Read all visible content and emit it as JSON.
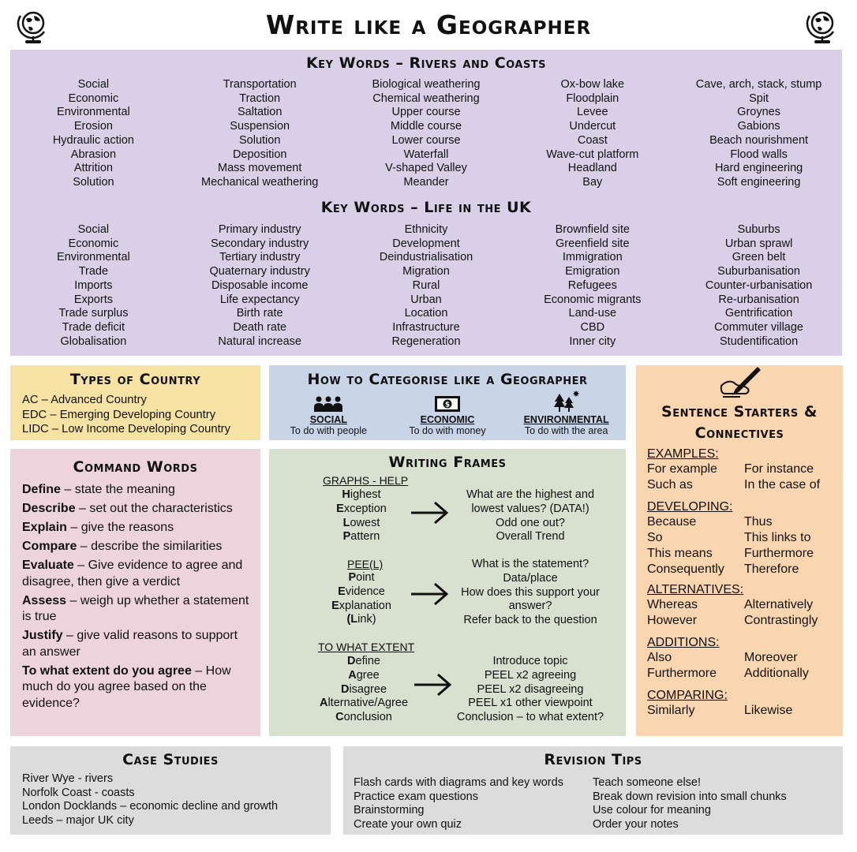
{
  "title": "Write like a Geographer",
  "key_words_rivers": {
    "heading": "Key Words – Rivers and Coasts",
    "columns": [
      [
        "Social",
        "Economic",
        "Environmental",
        "Erosion",
        "Hydraulic action",
        "Abrasion",
        "Attrition",
        "Solution"
      ],
      [
        "Transportation",
        "Traction",
        "Saltation",
        "Suspension",
        "Solution",
        "Deposition",
        "Mass movement",
        "Mechanical weathering"
      ],
      [
        "Biological weathering",
        "Chemical weathering",
        "Upper course",
        "Middle course",
        "Lower course",
        "Waterfall",
        "V-shaped Valley",
        "Meander"
      ],
      [
        "Ox-bow lake",
        "Floodplain",
        "Levee",
        "Undercut",
        "Coast",
        "Wave-cut platform",
        "Headland",
        "Bay"
      ],
      [
        "Cave, arch, stack, stump",
        "Spit",
        "Groynes",
        "Gabions",
        "Beach nourishment",
        "Flood walls",
        "Hard engineering",
        "Soft engineering"
      ]
    ]
  },
  "key_words_uk": {
    "heading": "Key Words – Life in the UK",
    "columns": [
      [
        "Social",
        "Economic",
        "Environmental",
        "Trade",
        "Imports",
        "Exports",
        "Trade surplus",
        "Trade deficit",
        "Globalisation"
      ],
      [
        "Primary industry",
        "Secondary industry",
        "Tertiary industry",
        "Quaternary industry",
        "Disposable income",
        "Life expectancy",
        "Birth rate",
        "Death rate",
        "Natural increase"
      ],
      [
        "Ethnicity",
        "Development",
        "Deindustrialisation",
        "Migration",
        "Rural",
        "Urban",
        "Location",
        "Infrastructure",
        "Regeneration"
      ],
      [
        "Brownfield site",
        "Greenfield site",
        "Immigration",
        "Emigration",
        "Refugees",
        "Economic migrants",
        "Land-use",
        "CBD",
        "Inner city"
      ],
      [
        "Suburbs",
        "Urban sprawl",
        "Green belt",
        "Suburbanisation",
        "Counter-urbanisation",
        "Re-urbanisation",
        "Gentrification",
        "Commuter village",
        "Studentification"
      ]
    ]
  },
  "types_of_country": {
    "heading": "Types of Country",
    "items": [
      "AC – Advanced Country",
      "EDC – Emerging Developing Country",
      "LIDC – Low Income Developing Country"
    ]
  },
  "categorise": {
    "heading": "How to Categorise like a Geographer",
    "items": [
      {
        "title": "SOCIAL",
        "desc": "To do with people",
        "icon": "people-icon"
      },
      {
        "title": "ECONOMIC",
        "desc": "To do with money",
        "icon": "money-icon"
      },
      {
        "title": "ENVIRONMENTAL",
        "desc": "To do with the area",
        "icon": "trees-icon"
      }
    ]
  },
  "sentence_starters": {
    "heading_line1": "Sentence Starters &",
    "heading_line2": "Connectives",
    "icon": "pen-hand-icon",
    "groups": [
      {
        "label": "EXAMPLES:",
        "rows": [
          [
            "For example",
            "For instance"
          ],
          [
            "Such as",
            "In the case of"
          ]
        ]
      },
      {
        "label": "DEVELOPING:",
        "rows": [
          [
            "Because",
            "Thus"
          ],
          [
            "So",
            "This links to"
          ],
          [
            "This means",
            "Furthermore"
          ],
          [
            "Consequently",
            "Therefore"
          ]
        ]
      },
      {
        "label": "ALTERNATIVES:",
        "rows": [
          [
            "Whereas",
            "Alternatively"
          ],
          [
            "However",
            "Contrastingly"
          ]
        ]
      },
      {
        "label": "ADDITIONS:",
        "rows": [
          [
            "Also",
            "Moreover"
          ],
          [
            "Furthermore",
            "Additionally"
          ]
        ]
      },
      {
        "label": "COMPARING:",
        "rows": [
          [
            "Similarly",
            "Likewise"
          ]
        ]
      }
    ]
  },
  "command_words": {
    "heading": "Command Words",
    "items": [
      {
        "term": "Define",
        "desc": " – state the meaning"
      },
      {
        "term": "Describe",
        "desc": " – set out the characteristics"
      },
      {
        "term": "Explain",
        "desc": " – give the reasons"
      },
      {
        "term": "Compare",
        "desc": " – describe the similarities"
      },
      {
        "term": "Evaluate",
        "desc": " – Give evidence to agree and disagree, then give a verdict"
      },
      {
        "term": "Assess",
        "desc": " – weigh up whether a statement is true"
      },
      {
        "term": "Justify",
        "desc": " – give valid reasons to support an answer"
      },
      {
        "term": "To what extent do you agree",
        "desc": " – How much do you agree based on the evidence?"
      }
    ]
  },
  "writing_frames": {
    "heading": "Writing Frames",
    "frames": [
      {
        "label": "GRAPHS - HELP",
        "acronym": [
          [
            "H",
            "ighest"
          ],
          [
            "E",
            "xception"
          ],
          [
            "L",
            "owest"
          ],
          [
            "P",
            "attern"
          ]
        ],
        "answers": [
          "What are the highest and",
          "lowest values? (DATA!)",
          "Odd one out?",
          "Overall Trend"
        ]
      },
      {
        "label": "PEE(L)",
        "acronym": [
          [
            "P",
            "oint"
          ],
          [
            "E",
            "vidence"
          ],
          [
            "E",
            "xplanation"
          ],
          [
            "(L",
            "ink)"
          ]
        ],
        "answers": [
          "What is the statement?",
          "Data/place",
          "How does this support your",
          "answer?",
          "Refer back to the question"
        ]
      },
      {
        "label": "TO WHAT EXTENT",
        "acronym": [
          [
            "D",
            "efine"
          ],
          [
            "A",
            "gree"
          ],
          [
            "D",
            "isagree"
          ],
          [
            "A",
            "lternative/Agree"
          ],
          [
            "C",
            "onclusion"
          ]
        ],
        "answers": [
          "Introduce topic",
          "PEEL x2 agreeing",
          "PEEL x2 disagreeing",
          "PEEL x1 other viewpoint",
          "Conclusion – to what extent?"
        ]
      }
    ]
  },
  "case_studies": {
    "heading": "Case Studies",
    "items": [
      "River Wye - rivers",
      "Norfolk Coast - coasts",
      "London Docklands – economic decline and growth",
      "Leeds – major UK city"
    ]
  },
  "revision_tips": {
    "heading": "Revision Tips",
    "left": [
      "Flash cards with diagrams and key words",
      "Practice exam questions",
      "Brainstorming",
      "Create your own quiz"
    ],
    "right": [
      "Teach someone else!",
      "Break down revision into small chunks",
      "Use colour for meaning",
      "Order your notes"
    ]
  }
}
